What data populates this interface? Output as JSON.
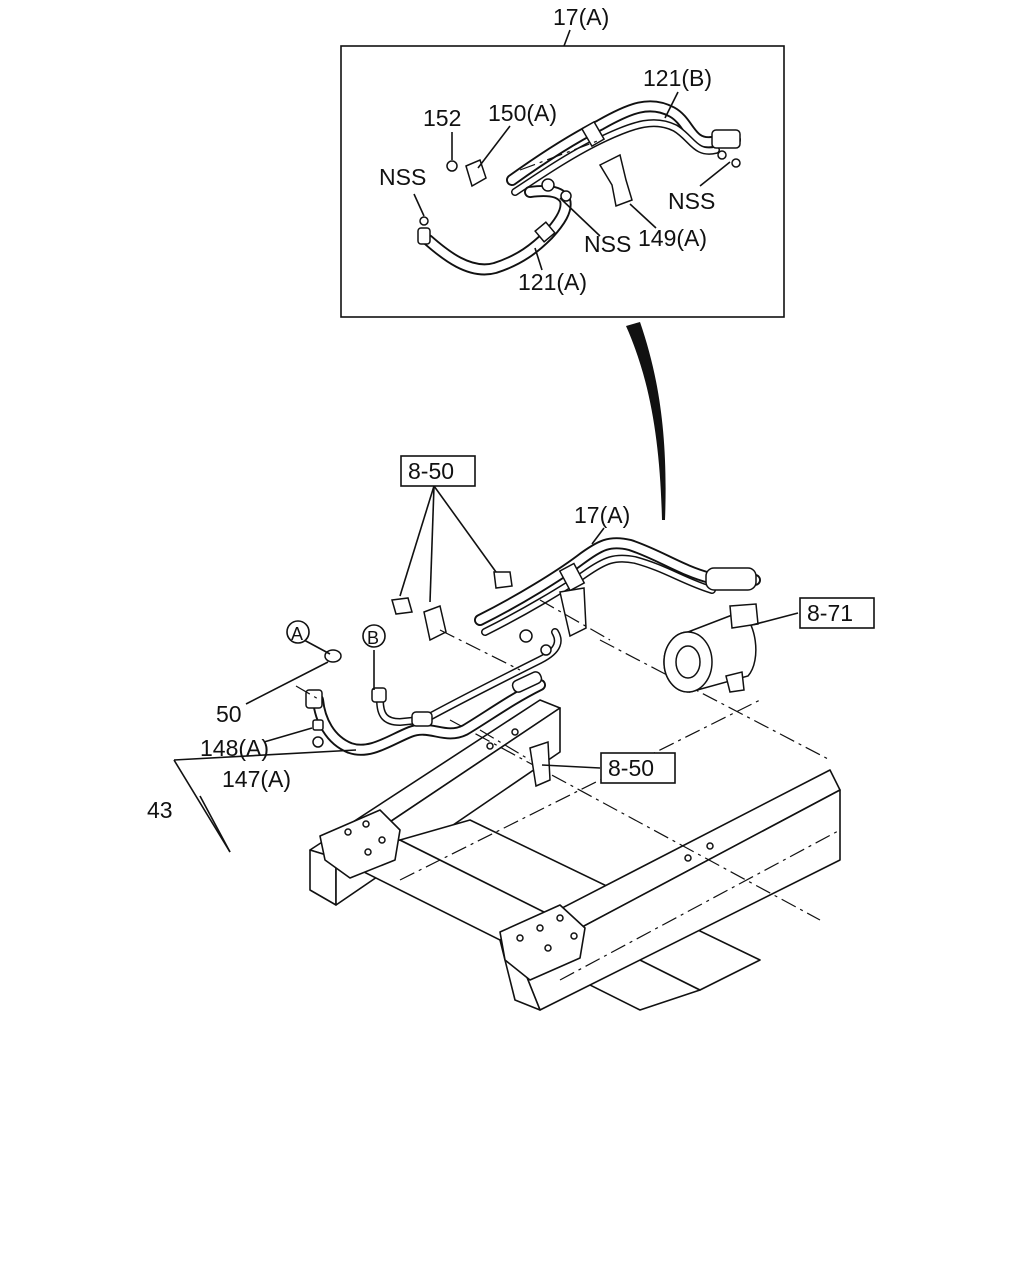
{
  "labels": {
    "inset_ref": "17(A)",
    "pipe_121b": "121(B)",
    "part_152": "152",
    "clamp_150a": "150(A)",
    "nss_left": "NSS",
    "nss_right": "NSS",
    "nss_center": "NSS",
    "bracket_149a": "149(A)",
    "pipe_121a": "121(A)",
    "main_17a": "17(A)",
    "ref_850_top": "8-50",
    "ref_871": "8-71",
    "ref_850_bottom": "8-50",
    "circle_a": "A",
    "circle_b": "B",
    "hose_50": "50",
    "part_148a": "148(A)",
    "part_147a": "147(A)",
    "kit_43": "43"
  }
}
